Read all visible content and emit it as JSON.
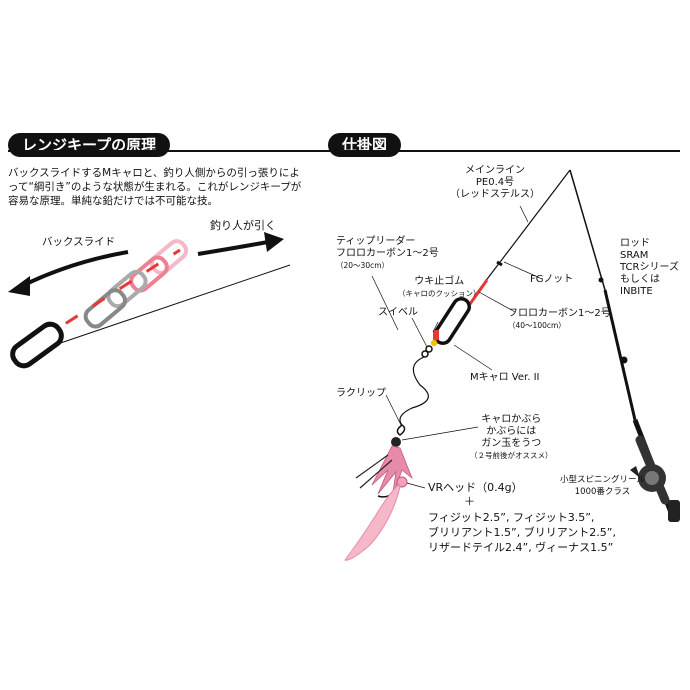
{
  "left": {
    "header": "レンジキープの原理",
    "paragraph": "バックスライドするMキャロと、釣り人側からの引っ張りによって“綱引き”のような状態が生まれる。これがレンジキープが容易な原理。単純な鉛だけでは不可能な技。",
    "label_backslide": "バックスライド",
    "label_pull": "釣り人が引く"
  },
  "right": {
    "header": "仕掛図",
    "main_line": [
      "メインライン",
      "PE0.4号",
      "（レッドステルス）"
    ],
    "rod": [
      "ロッド",
      "SRAM",
      "TCRシリーズ",
      "もしくは",
      "INBITE"
    ],
    "fg_knot": "FGノット",
    "tip_leader": [
      "ティップリーダー",
      "フロロカーボン1〜2号",
      "（20〜30cm）"
    ],
    "float_stop": [
      "ウキ止ゴム",
      "（キャロのクッション）"
    ],
    "swivel": "スイベル",
    "fluoro": [
      "フロロカーボン1〜2号",
      "（40〜100cm）"
    ],
    "mcaro": "Mキャロ Ver. II",
    "raclip": "ラクリップ",
    "caro_kabura": [
      "キャロかぶら",
      "かぶらには",
      "ガン玉をうつ",
      "（２号前後がオススメ）"
    ],
    "reel": [
      "小型スピニングリール",
      "1000番クラス"
    ],
    "vr_head": "VRヘッド（0.4g）",
    "plus": "＋",
    "lures": [
      "フィジット2.5”, フィジット3.5”,",
      "ブリリアント1.5”, ブリリアント2.5”,",
      "リザードテイル2.4”, ヴィーナス1.5”"
    ]
  },
  "colors": {
    "red": "#e53935",
    "pink": "#f4a0b8",
    "black": "#111111",
    "yellow": "#f2c200"
  }
}
